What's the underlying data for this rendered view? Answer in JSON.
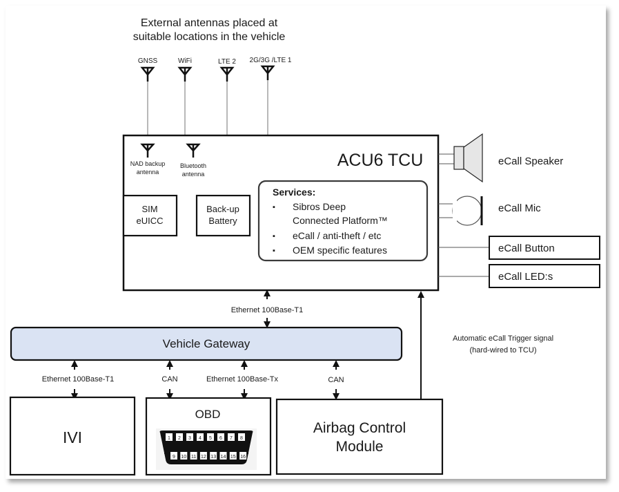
{
  "header": {
    "line1": "External antennas placed at",
    "line2": "suitable locations in the vehicle"
  },
  "external_antennas": [
    {
      "label": "GNSS"
    },
    {
      "label": "WiFi"
    },
    {
      "label": "LTE 2"
    },
    {
      "label": "2G/3G /LTE 1"
    }
  ],
  "tcu": {
    "title": "ACU6 TCU",
    "internal_antennas": [
      {
        "line1": "NAD backup",
        "line2": "antenna"
      },
      {
        "line1": "Bluetooth",
        "line2": "antenna"
      }
    ],
    "sim": {
      "line1": "SIM",
      "line2": "eUICC"
    },
    "battery": {
      "line1": "Back-up",
      "line2": "Battery"
    },
    "services": {
      "title": "Services:",
      "items": [
        {
          "line1": "Sibros Deep",
          "line2": "Connected Platform™"
        },
        {
          "line1": "eCall / anti-theft / etc",
          "line2": ""
        },
        {
          "line1": "OEM specific features",
          "line2": ""
        }
      ],
      "bullet": "▪"
    }
  },
  "peripherals": {
    "speaker": "eCall Speaker",
    "mic": "eCall Mic",
    "button": "eCall Button",
    "leds": "eCall LED:s"
  },
  "links": {
    "tcu_gateway": "Ethernet 100Base-T1",
    "gateway_ivi": "Ethernet 100Base-T1",
    "gateway_obd_can": "CAN",
    "gateway_obd_eth": "Ethernet 100Base-Tx",
    "gateway_acm": "CAN",
    "trigger_line1": "Automatic eCall Trigger signal",
    "trigger_line2": "(hard-wired to TCU)"
  },
  "gateway": {
    "label": "Vehicle Gateway",
    "fill": "#dae3f3"
  },
  "ivi": {
    "label": "IVI"
  },
  "obd": {
    "label": "OBD",
    "pins_top": [
      "1",
      "2",
      "3",
      "4",
      "5",
      "6",
      "7",
      "8"
    ],
    "pins_bottom": [
      "9",
      "10",
      "11",
      "12",
      "13",
      "14",
      "15",
      "16"
    ]
  },
  "acm": {
    "line1": "Airbag Control",
    "line2": "Module"
  },
  "colors": {
    "line": "#111111",
    "thin_line": "#555555",
    "speaker_fill": "#e6e6e6"
  }
}
